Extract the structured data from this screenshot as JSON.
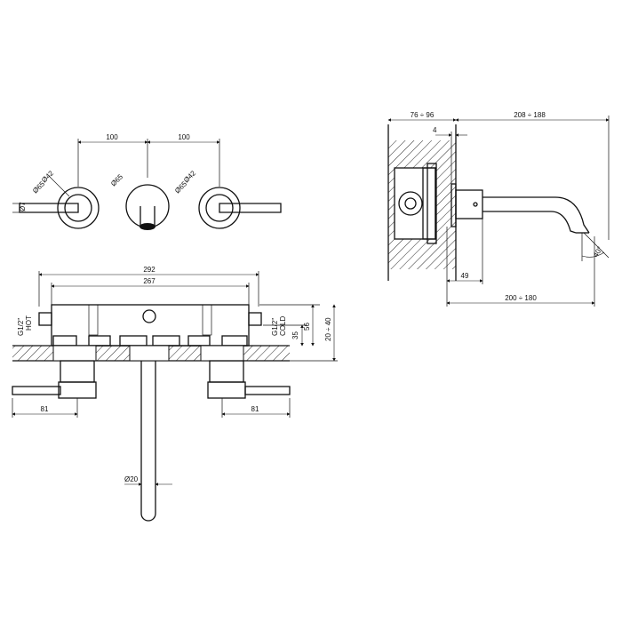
{
  "colors": {
    "ink": "#111111",
    "paper": "#ffffff"
  },
  "front_view": {
    "dim_spacing_left": "100",
    "dim_spacing_right": "100",
    "dia_handle_left": "Ø42",
    "dia_rosette_left": "Ø65",
    "dia_spout_rosette": "Ø65",
    "dia_handle_right": "Ø42",
    "dia_rosette_right": "Ø65",
    "dia_lever": "Ø7"
  },
  "top_view": {
    "dim_overall": "292",
    "dim_inner": "267",
    "thread_hot": "G1/2\"",
    "hot_label": "HOT",
    "thread_cold": "G1/2\"",
    "cold_label": "COLD",
    "dim_35": "35",
    "dim_56": "56",
    "dim_depth": "20 ÷ 40",
    "dim_81_left": "81",
    "dim_81_right": "81",
    "dia_spout": "Ø20"
  },
  "side_view": {
    "dim_wall": "76 ÷ 96",
    "dim_projection": "208 ÷ 188",
    "dim_4": "4",
    "dim_49": "49",
    "dim_spout_length": "200 ÷ 180",
    "angle": "40°"
  }
}
